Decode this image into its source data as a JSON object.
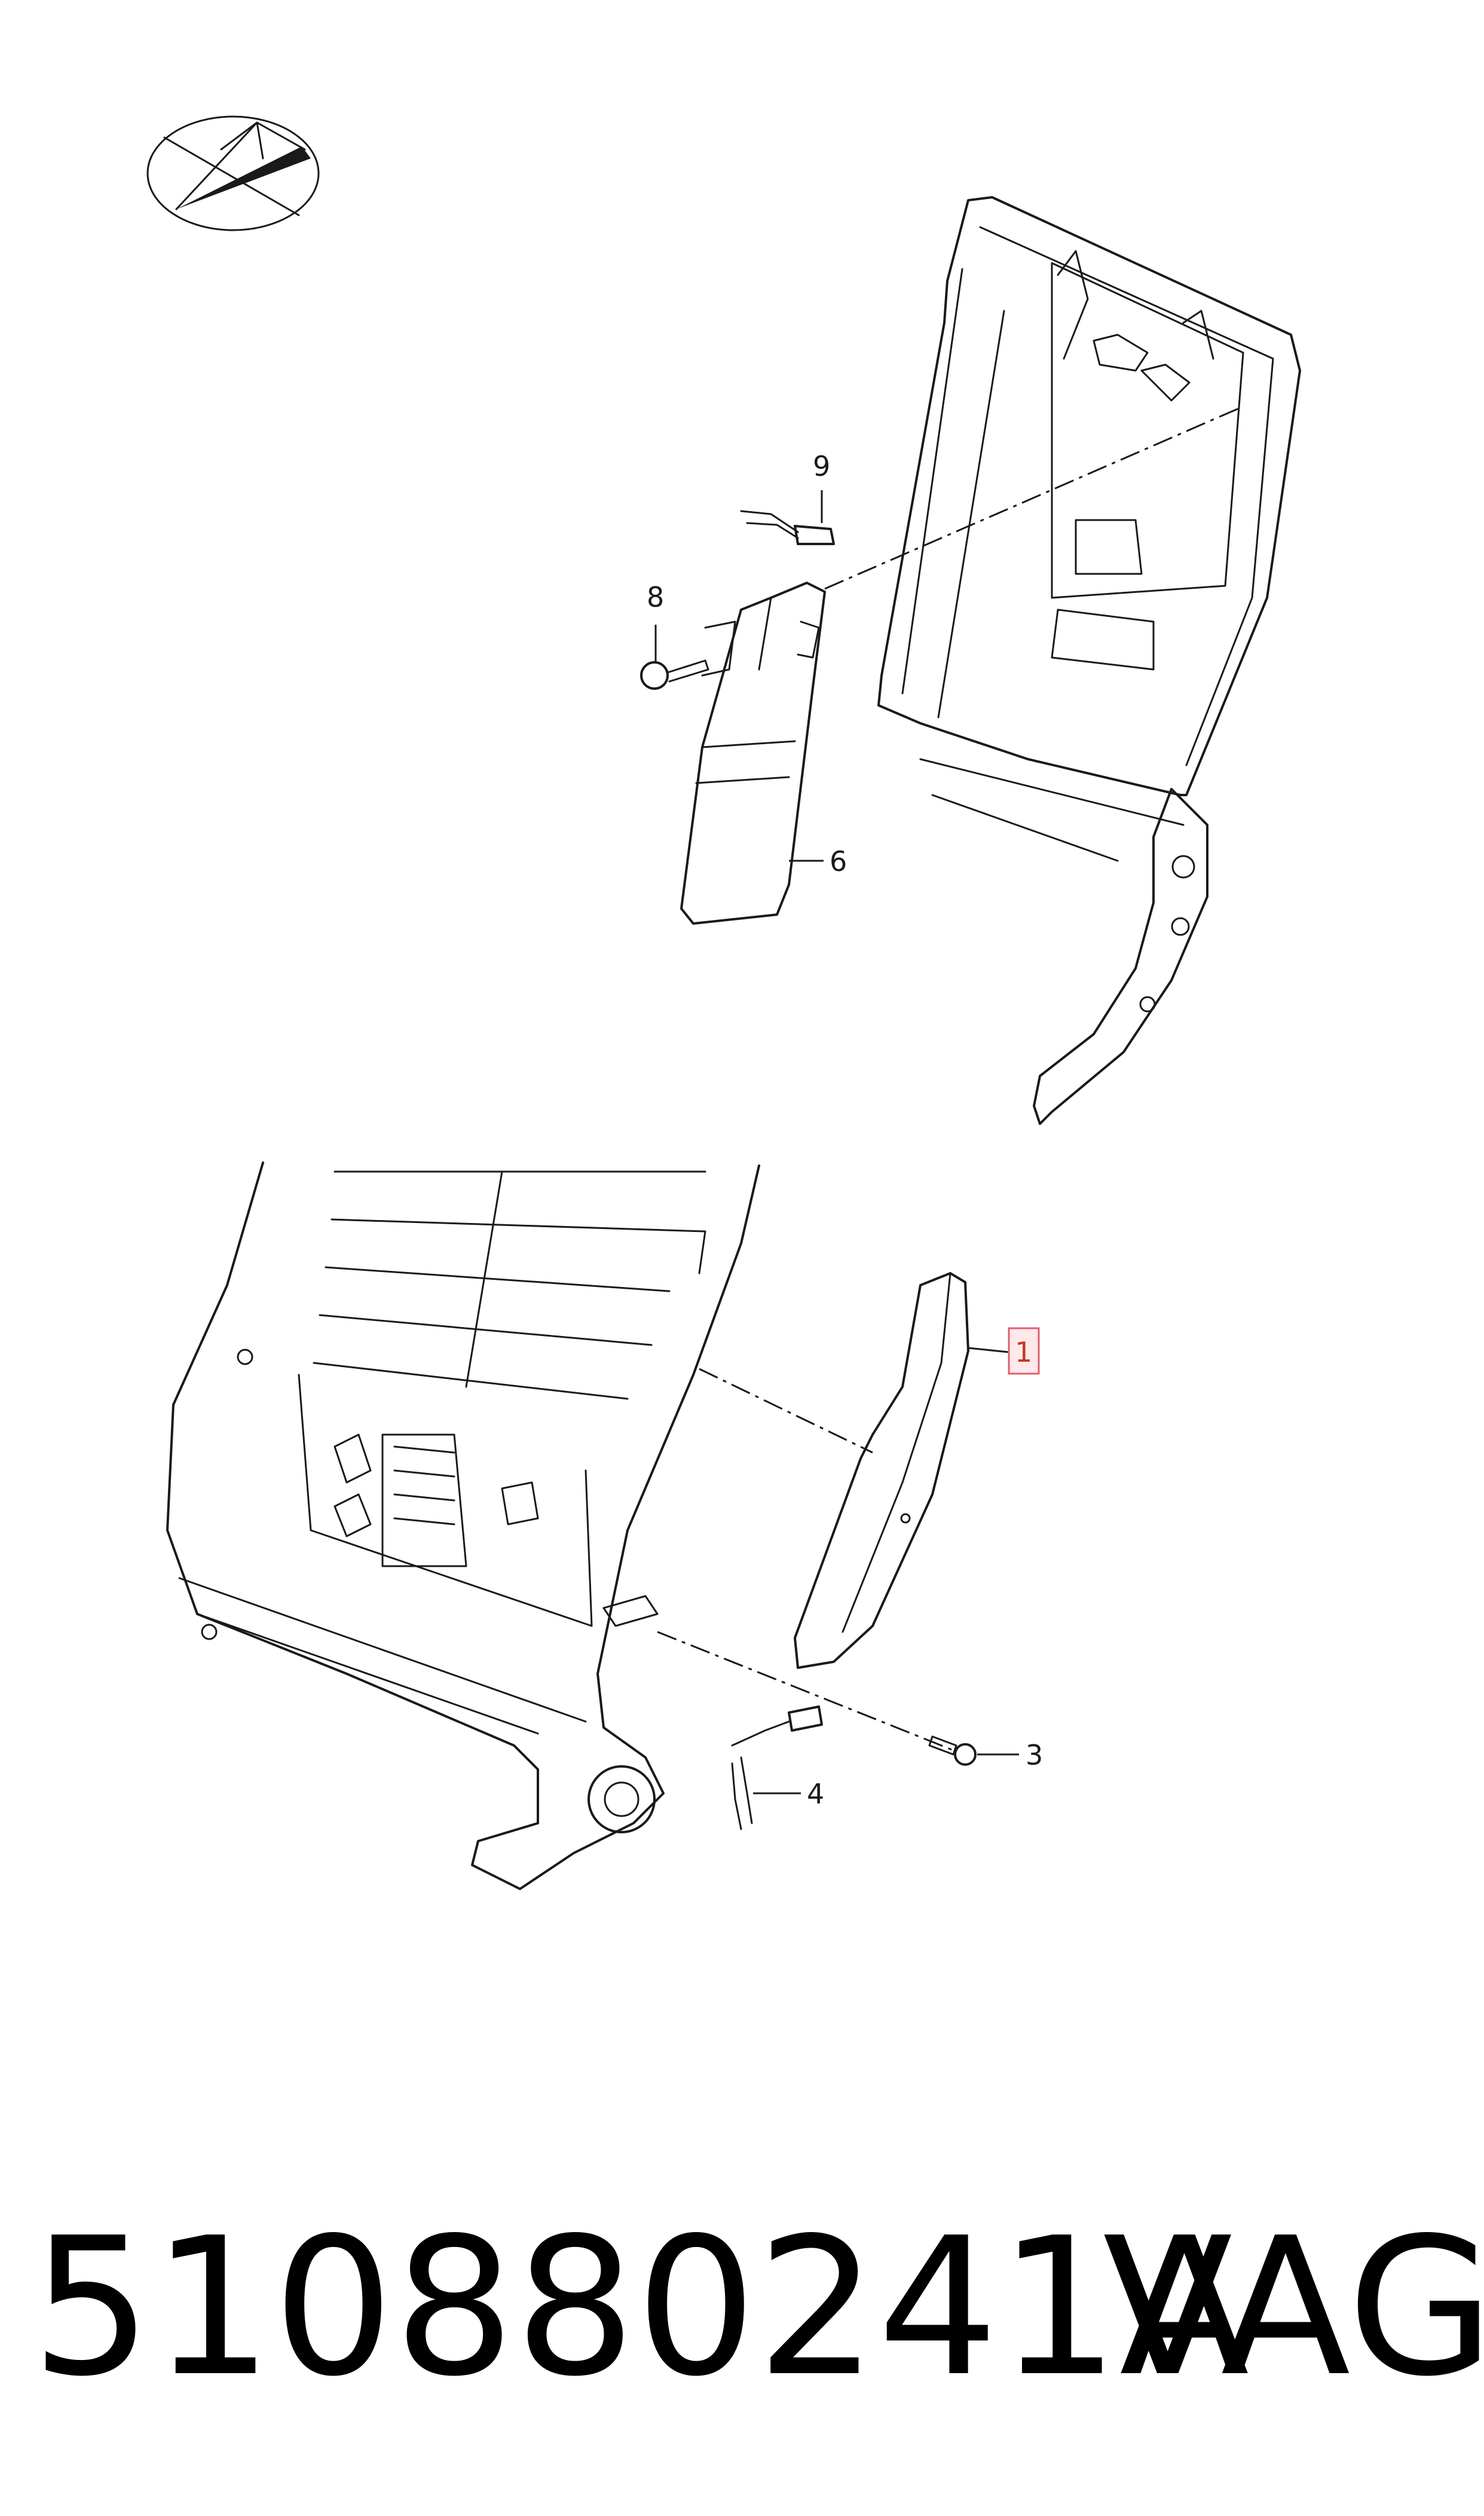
{
  "callouts": {
    "c9": "9",
    "c8": "8",
    "c6": "6",
    "c1": "1",
    "c3": "3",
    "c4": "4"
  },
  "footer": {
    "part_number": "510880241A",
    "brand": "VAG"
  },
  "colors": {
    "line": "#1a1a1a",
    "highlight_fill": "#fde8ea",
    "highlight_stroke": "#e06070"
  },
  "icons": {
    "orientation": "orientation-arrow-icon"
  }
}
